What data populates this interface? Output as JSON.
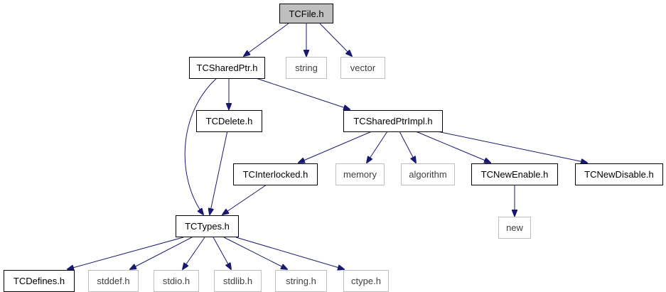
{
  "graph": {
    "nodes": {
      "tcfile": "TCFile.h",
      "tcsharedptr": "TCSharedPtr.h",
      "string": "string",
      "vector": "vector",
      "tcdelete": "TCDelete.h",
      "tcsharedptrimpl": "TCSharedPtrImpl.h",
      "tcinterlocked": "TCInterlocked.h",
      "memory": "memory",
      "algorithm": "algorithm",
      "tcnewenable": "TCNewEnable.h",
      "tcnewdisable": "TCNewDisable.h",
      "new": "new",
      "tctypes": "TCTypes.h",
      "tcdefines": "TCDefines.h",
      "stddef": "stddef.h",
      "stdio": "stdio.h",
      "stdlib": "stdlib.h",
      "stringh": "string.h",
      "ctype": "ctype.h"
    },
    "colors": {
      "edge": "#191970",
      "current_node_fill": "#bfbfbf",
      "system_node_border": "#bfbfbf",
      "local_node_border": "#000000"
    }
  }
}
